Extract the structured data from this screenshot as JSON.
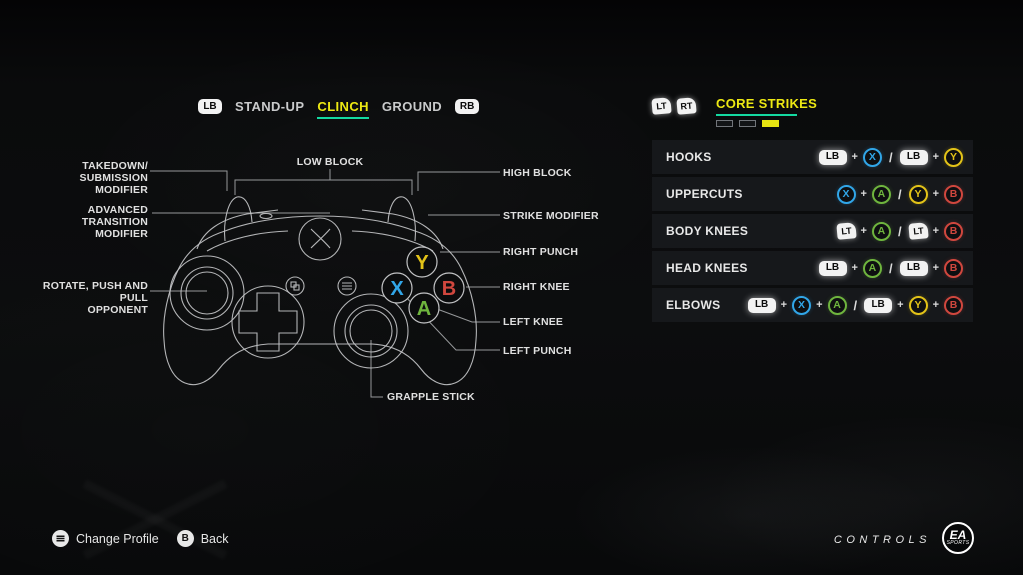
{
  "colors": {
    "accent_yellow": "#ede913",
    "underline_teal": "#14d9a1",
    "face_x": "#31a6e8",
    "face_y": "#e3c318",
    "face_a": "#6fb53e",
    "face_b": "#d0473e",
    "row_bg": "#16181b"
  },
  "symbols": {
    "plus": "+",
    "slash": "/"
  },
  "tabs": {
    "left_bumper": "LB",
    "right_bumper": "RB",
    "items": [
      {
        "label": "STAND-UP",
        "active": false
      },
      {
        "label": "CLINCH",
        "active": true
      },
      {
        "label": "GROUND",
        "active": false
      }
    ]
  },
  "panel": {
    "left_trigger": "LT",
    "right_trigger": "RT",
    "title": "CORE STRIKES",
    "pager": {
      "count": 3,
      "active_index": 2
    },
    "rows": [
      {
        "label": "HOOKS",
        "combo": [
          {
            "k": "bumper",
            "v": "LB"
          },
          {
            "k": "plus"
          },
          {
            "k": "face",
            "v": "X"
          },
          {
            "k": "slash"
          },
          {
            "k": "bumper",
            "v": "LB"
          },
          {
            "k": "plus"
          },
          {
            "k": "face",
            "v": "Y"
          }
        ]
      },
      {
        "label": "UPPERCUTS",
        "combo": [
          {
            "k": "face",
            "v": "X"
          },
          {
            "k": "plus"
          },
          {
            "k": "face",
            "v": "A"
          },
          {
            "k": "slash"
          },
          {
            "k": "face",
            "v": "Y"
          },
          {
            "k": "plus"
          },
          {
            "k": "face",
            "v": "B"
          }
        ]
      },
      {
        "label": "BODY KNEES",
        "combo": [
          {
            "k": "trigger",
            "v": "LT"
          },
          {
            "k": "plus"
          },
          {
            "k": "face",
            "v": "A"
          },
          {
            "k": "slash"
          },
          {
            "k": "trigger",
            "v": "LT"
          },
          {
            "k": "plus"
          },
          {
            "k": "face",
            "v": "B"
          }
        ]
      },
      {
        "label": "HEAD KNEES",
        "combo": [
          {
            "k": "bumper",
            "v": "LB"
          },
          {
            "k": "plus"
          },
          {
            "k": "face",
            "v": "A"
          },
          {
            "k": "slash"
          },
          {
            "k": "bumper",
            "v": "LB"
          },
          {
            "k": "plus"
          },
          {
            "k": "face",
            "v": "B"
          }
        ]
      },
      {
        "label": "ELBOWS",
        "combo": [
          {
            "k": "bumper",
            "v": "LB"
          },
          {
            "k": "plus"
          },
          {
            "k": "face",
            "v": "X"
          },
          {
            "k": "plus"
          },
          {
            "k": "face",
            "v": "A"
          },
          {
            "k": "slash"
          },
          {
            "k": "bumper",
            "v": "LB"
          },
          {
            "k": "plus"
          },
          {
            "k": "face",
            "v": "Y"
          },
          {
            "k": "plus"
          },
          {
            "k": "face",
            "v": "B"
          }
        ]
      }
    ]
  },
  "controller": {
    "labels": {
      "low_block": "LOW BLOCK",
      "takedown": "TAKEDOWN/\nSUBMISSION MODIFIER",
      "advanced_transition": "ADVANCED TRANSITION\nMODIFIER",
      "rotate": "ROTATE, PUSH AND PULL\nOPPONENT",
      "high_block": "HIGH BLOCK",
      "strike_modifier": "STRIKE MODIFIER",
      "right_punch": "RIGHT PUNCH",
      "right_knee": "RIGHT KNEE",
      "left_knee": "LEFT KNEE",
      "left_punch": "LEFT PUNCH",
      "grapple_stick": "GRAPPLE STICK"
    },
    "buttons": {
      "y": "Y",
      "x": "X",
      "b": "B",
      "a": "A"
    }
  },
  "footer": {
    "change_profile": "Change Profile",
    "back": "Back",
    "back_button": "B",
    "controls": "CONTROLS",
    "ea_logo": {
      "ea": "EA",
      "sports": "SPORTS"
    }
  }
}
